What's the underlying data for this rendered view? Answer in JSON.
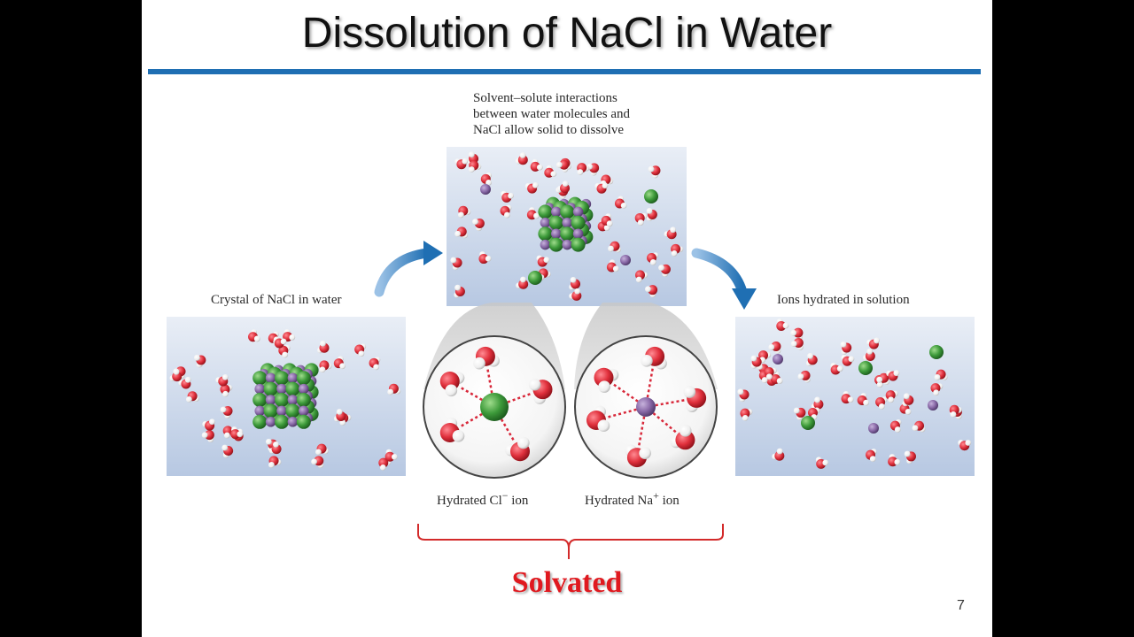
{
  "slide": {
    "title": "Dissolution of NaCl in Water",
    "page_number": "7",
    "emphasis_label": "Solvated"
  },
  "captions": {
    "crystal": "Crystal of NaCl in water",
    "interactions": [
      "Solvent–solute interactions",
      "between water molecules and",
      "NaCl allow solid to dissolve"
    ],
    "hydrated_solution": "Ions hydrated in solution",
    "hydrated_cl": "Hydrated Cl",
    "hydrated_cl_charge": "−",
    "hydrated_na": "Hydrated Na",
    "hydrated_na_charge": "+",
    "ion_word": "ion"
  },
  "colors": {
    "title_rule": "#1f6fb3",
    "emphasis": "#e0191f",
    "chloride": "#3d9a3a",
    "sodium": "#8a6aa8",
    "oxygen": "#e0303c",
    "hydrogen": "#f2f2f2",
    "arrow": "#1f6fb3"
  },
  "icons": {
    "process_arrows": "curved-arrow-icon",
    "brace": "curly-brace-icon"
  }
}
